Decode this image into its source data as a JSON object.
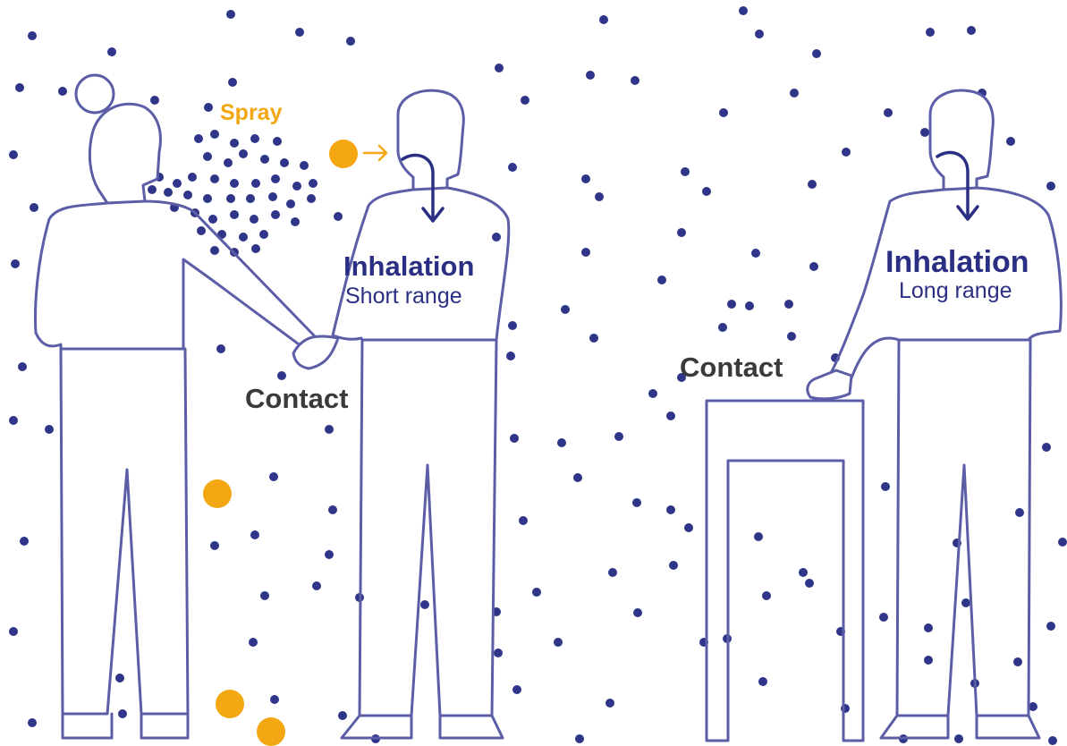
{
  "colors": {
    "outline": "#5b5ea6",
    "dots": "#2f3589",
    "orange": "#f3a712",
    "arrow": "#2b2f84",
    "text_dark": "#3a3a3a",
    "text_blue": "#2b2f84"
  },
  "labels": {
    "spray": "Spray",
    "contact_left": "Contact",
    "inhalation_left": "Inhalation",
    "short_range": "Short range",
    "contact_right": "Contact",
    "inhalation_right": "Inhalation",
    "long_range": "Long range"
  }
}
